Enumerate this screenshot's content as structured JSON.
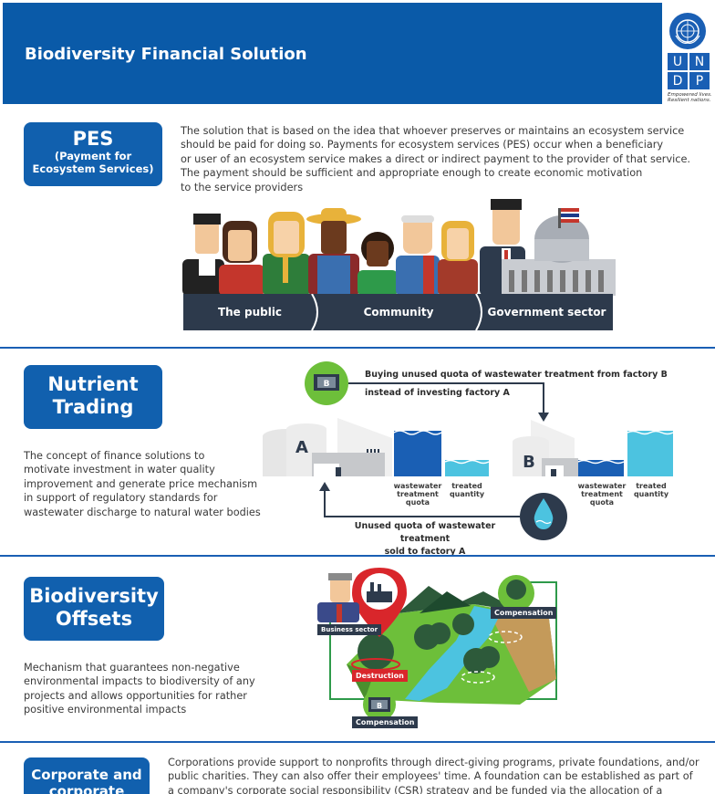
{
  "header": {
    "title": "Biodiversity Financial Solution",
    "logo": {
      "letters": [
        "U",
        "N",
        "D",
        "P"
      ],
      "tagline_line1": "Empowered lives.",
      "tagline_line2": "Resilient nations.",
      "color": "#1a5fb4"
    }
  },
  "colors": {
    "primary": "#0a5aa8",
    "pill": "#1160ae",
    "dark_band": "#2d3a4c",
    "green": "#6dbf3a",
    "water": "#4cc3e0",
    "red": "#d9262b"
  },
  "pes": {
    "title": "PES",
    "subtitle_line1": "(Payment for",
    "subtitle_line2": "Ecosystem Services)",
    "description": [
      "The solution that is based on the idea that whoever preserves or maintains an ecosystem service",
      "should be paid for doing so. Payments for ecosystem services (PES) occur when a beneficiary",
      "or user of an ecosystem service makes a direct or indirect payment to the provider of that service.",
      "The payment should be sufficient and appropriate enough to create economic motivation",
      "to the service providers"
    ],
    "bands": [
      "The public",
      "Community",
      "Government sector"
    ]
  },
  "nutrient": {
    "title_line1": "Nutrient",
    "title_line2": "Trading",
    "description": [
      "The concept of finance solutions to",
      "motivate investment in water quality",
      "improvement and generate price mechanism",
      "in support of regulatory standards for",
      "wastewater discharge to natural water bodies"
    ],
    "top_label_line1": "Buying unused quota of wastewater treatment from factory B",
    "top_label_line2": "instead of investing factory A",
    "bottom_label_line1": "Unused quota of wastewater treatment",
    "bottom_label_line2": "sold to factory A",
    "factory_a": "A",
    "factory_b": "B",
    "bar_labels": {
      "quota": [
        "wastewater",
        "treatment",
        "quota"
      ],
      "treated": [
        "treated",
        "quantity"
      ]
    },
    "money_symbol": "B"
  },
  "offsets": {
    "title_line1": "Biodiversity",
    "title_line2": "Offsets",
    "description": [
      "Mechanism that guarantees non-negative",
      "environmental impacts to biodiversity of any",
      "projects and allows opportunities for rather",
      "positive environmental impacts"
    ],
    "tags": {
      "business": "Business sector",
      "destruction": "Destruction",
      "compensation_top": "Compensation",
      "compensation_bottom": "Compensation"
    },
    "money_symbol": "B"
  },
  "corporate": {
    "title_line1": "Corporate and",
    "title_line2": "corporate",
    "description": [
      "Corporations provide support to nonprofits through direct-giving programs, private foundations, and/or",
      "public charities. They can also offer their employees' time. A foundation can be established as part of",
      "a company's corporate social responsibility (CSR) strategy and be funded via the allocation of a"
    ]
  }
}
